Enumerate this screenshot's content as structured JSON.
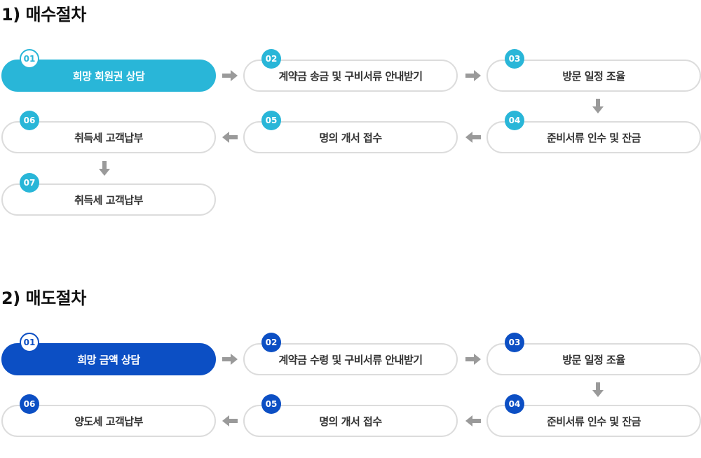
{
  "colors": {
    "section1_accent": "#29b6d8",
    "section2_accent": "#0c4fc4",
    "arrow": "#9a9a9a",
    "border": "#dcdcdc"
  },
  "buy": {
    "title": "1) 매수절차",
    "steps": [
      {
        "num": "01",
        "label": "희망 회원권 상담"
      },
      {
        "num": "02",
        "label": "계약금 송금 및 구비서류 안내받기"
      },
      {
        "num": "03",
        "label": "방문 일정 조율"
      },
      {
        "num": "04",
        "label": "준비서류 인수 및 잔금"
      },
      {
        "num": "05",
        "label": "명의 개서 접수"
      },
      {
        "num": "06",
        "label": "취득세 고객납부"
      },
      {
        "num": "07",
        "label": "취득세 고객납부"
      }
    ]
  },
  "sell": {
    "title": "2) 매도절차",
    "steps": [
      {
        "num": "01",
        "label": "희망 금액 상담"
      },
      {
        "num": "02",
        "label": "계약금 수령 및 구비서류 안내받기"
      },
      {
        "num": "03",
        "label": "방문 일정 조율"
      },
      {
        "num": "04",
        "label": "준비서류 인수 및 잔금"
      },
      {
        "num": "05",
        "label": "명의 개서 접수"
      },
      {
        "num": "06",
        "label": "양도세 고객납부"
      }
    ]
  }
}
